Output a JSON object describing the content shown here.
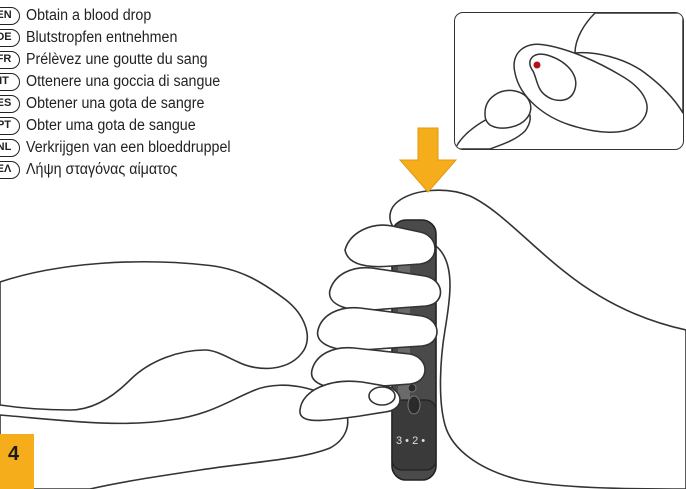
{
  "instructions": [
    {
      "code": "EN",
      "text": "Obtain a blood drop"
    },
    {
      "code": "DE",
      "text": "Blutstropfen entnehmen"
    },
    {
      "code": "FR",
      "text": "Prélèvez une goutte du sang"
    },
    {
      "code": "IT",
      "text": "Ottenere una goccia di sangue"
    },
    {
      "code": "ES",
      "text": "Obtener una gota de sangre"
    },
    {
      "code": "PT",
      "text": "Obter uma gota de sangue"
    },
    {
      "code": "NL",
      "text": "Verkrijgen van een bloeddruppel"
    },
    {
      "code": "EΛ",
      "text": "Λήψη σταγόνας αίματος"
    }
  ],
  "step": {
    "number": "4"
  },
  "device": {
    "scale": "3 • 2 •"
  },
  "colors": {
    "arrow": "#f6ad1c",
    "step_box": "#f6ad1c",
    "blood_drop": "#b3121b",
    "outline": "#333333",
    "device": "#4a4a4a"
  },
  "icons": {
    "arrow": "down-arrow-icon",
    "drop": "blood-drop-icon"
  }
}
